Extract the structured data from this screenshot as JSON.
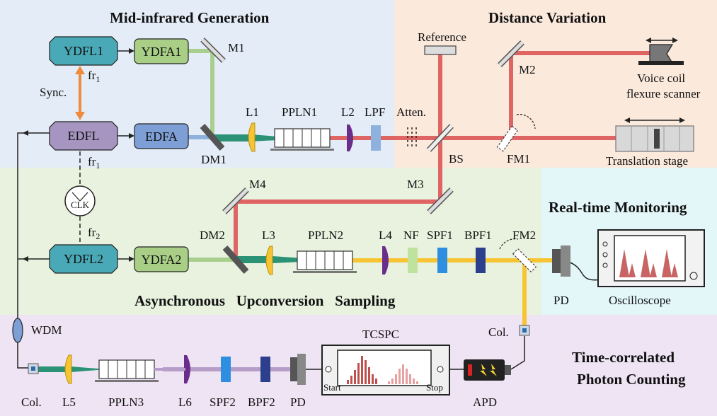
{
  "sections": {
    "mid_ir": "Mid-infrared Generation",
    "distance": "Distance Variation",
    "monitoring": "Real-time Monitoring",
    "sampling": "Asynchronous   Upconversion   Sampling",
    "tcpc_line1": "Time-correlated",
    "tcpc_line2": "Photon Counting"
  },
  "boxes": {
    "ydfl1": "YDFL1",
    "ydfa1": "YDFA1",
    "edfl": "EDFL",
    "edfa": "EDFA",
    "ydfl2": "YDFL2",
    "ydfa2": "YDFA2",
    "clk": "CLK",
    "tcspc": "TCSPC",
    "tcspc_start": "Start",
    "tcspc_stop": "Stop"
  },
  "labels": {
    "m1": "M1",
    "m2": "M2",
    "m3": "M3",
    "m4": "M4",
    "fr1_top": "fr",
    "fr1_mid": "fr",
    "fr2": "fr",
    "sub1": "1",
    "sub2": "2",
    "sync": "Sync.",
    "dm1": "DM1",
    "dm2": "DM2",
    "l1": "L1",
    "l2": "L2",
    "l3": "L3",
    "l4": "L4",
    "l5": "L5",
    "l6": "L6",
    "pplnl1": "PPLN1",
    "pplnl2": "PPLN2",
    "pplnl3": "PPLN3",
    "lpf": "LPF",
    "atten": "Atten.",
    "bs": "BS",
    "reference": "Reference",
    "voice1": "Voice coil",
    "voice2": "flexure scanner",
    "fm1": "FM1",
    "fm2": "FM2",
    "translation": "Translation stage",
    "nf": "NF",
    "spf1": "SPF1",
    "bpf1": "BPF1",
    "spf2": "SPF2",
    "bpf2": "BPF2",
    "pd_top": "PD",
    "pd_bottom": "PD",
    "oscilloscope": "Oscilloscope",
    "wdm": "WDM",
    "col_left": "Col.",
    "col_right": "Col.",
    "apd": "APD"
  },
  "colors": {
    "bg_mid_ir": "#e4edf7",
    "bg_distance": "#fbe9dc",
    "bg_sampling": "#e8f2df",
    "bg_monitor": "#e3f6f8",
    "bg_tcpc": "#eee4f4",
    "beam_red": "#df6464",
    "beam_green": "#a8cf8e",
    "beam_teal": "#2c9275",
    "beam_yellow": "#f7c533",
    "beam_purple": "#b69ec9",
    "beam_blue": "#8fb1dd",
    "sync_orange": "#f08a3c",
    "box_teal": "#4aa9b6",
    "box_green": "#a9cf86",
    "box_purple": "#a595c0",
    "box_blue": "#7e9fd6"
  }
}
